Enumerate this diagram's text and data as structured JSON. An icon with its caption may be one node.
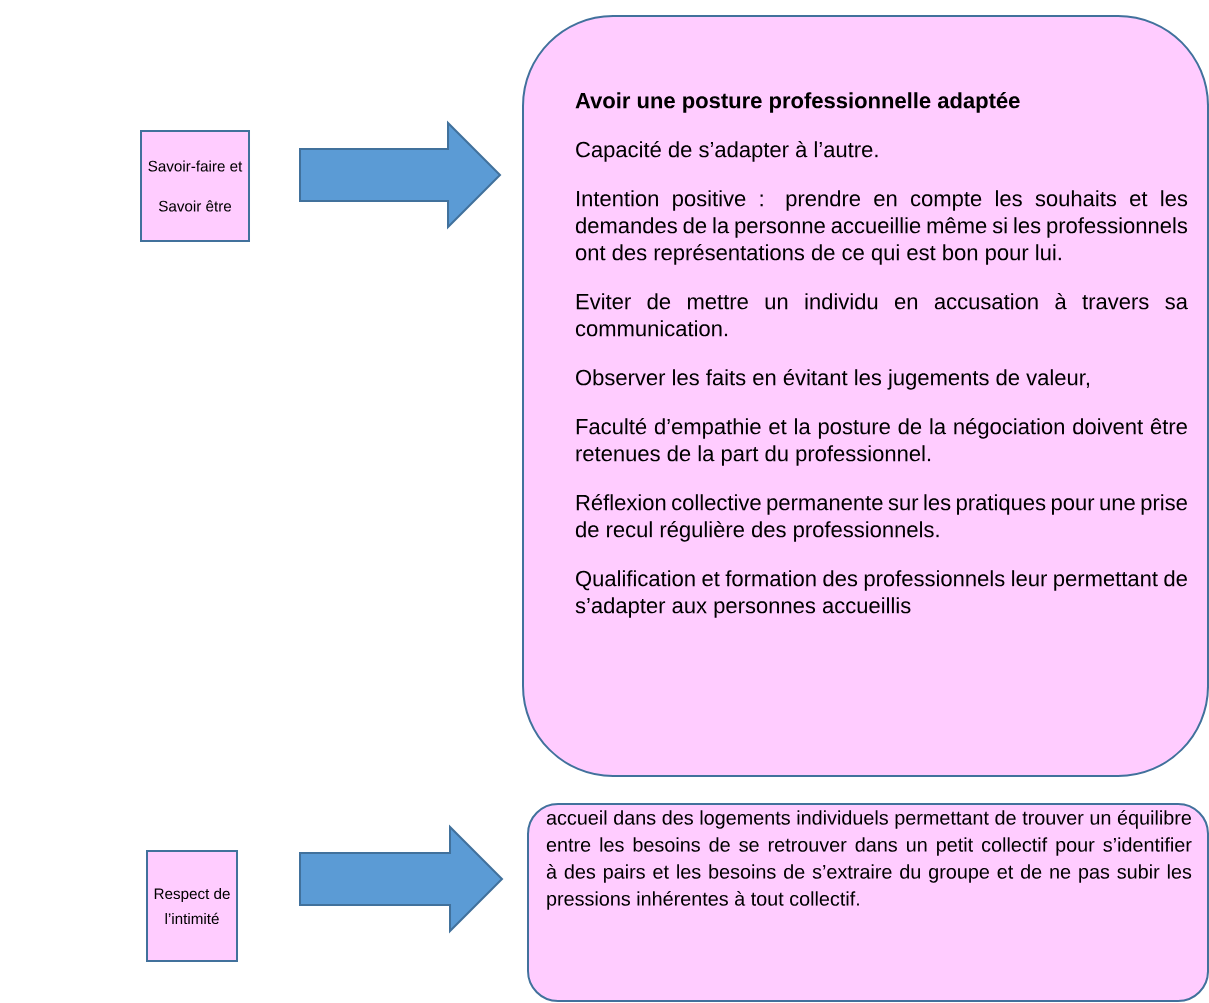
{
  "diagram": {
    "nodes": [
      {
        "text": [
          "Savoir-faire et Savoir être"
        ]
      },
      {
        "text": [
          "Avoir une posture professionnelle adaptée",
          "Capacité de s’adapter à l’autre.",
          "Intention positive : prendre en compte les souhaits et les demandes de la personne accueillie même si les professionnels ont des représentations de ce qui est bon pour lui.",
          "Eviter de mettre un individu en accusation à travers sa communication.",
          "Observer les faits en évitant les jugements de valeur,",
          "Faculté d’empathie et la posture de la négociation doivent être retenues de la part du professionnel.",
          "Réflexion collective permanente sur les pratiques pour une prise de recul régulière des professionnels.",
          "Qualification et formation des professionnels leur permettant de s’adapter aux personnes accueillis"
        ]
      },
      {
        "text": [
          "Respect de l’intimité"
        ]
      },
      {
        "text": [
          "accueil dans des logements individuels permettant de trouver un équilibre entre les besoins de se retrouver dans un petit collectif pour s’identifier à des pairs et les besoins de s’extraire du groupe et de ne pas subir les pressions inhérentes à tout collectif."
        ]
      }
    ],
    "edges": [
      {
        "from": 0,
        "to": 1,
        "arrow": "to"
      },
      {
        "from": 2,
        "to": 3,
        "arrow": "to"
      }
    ]
  }
}
